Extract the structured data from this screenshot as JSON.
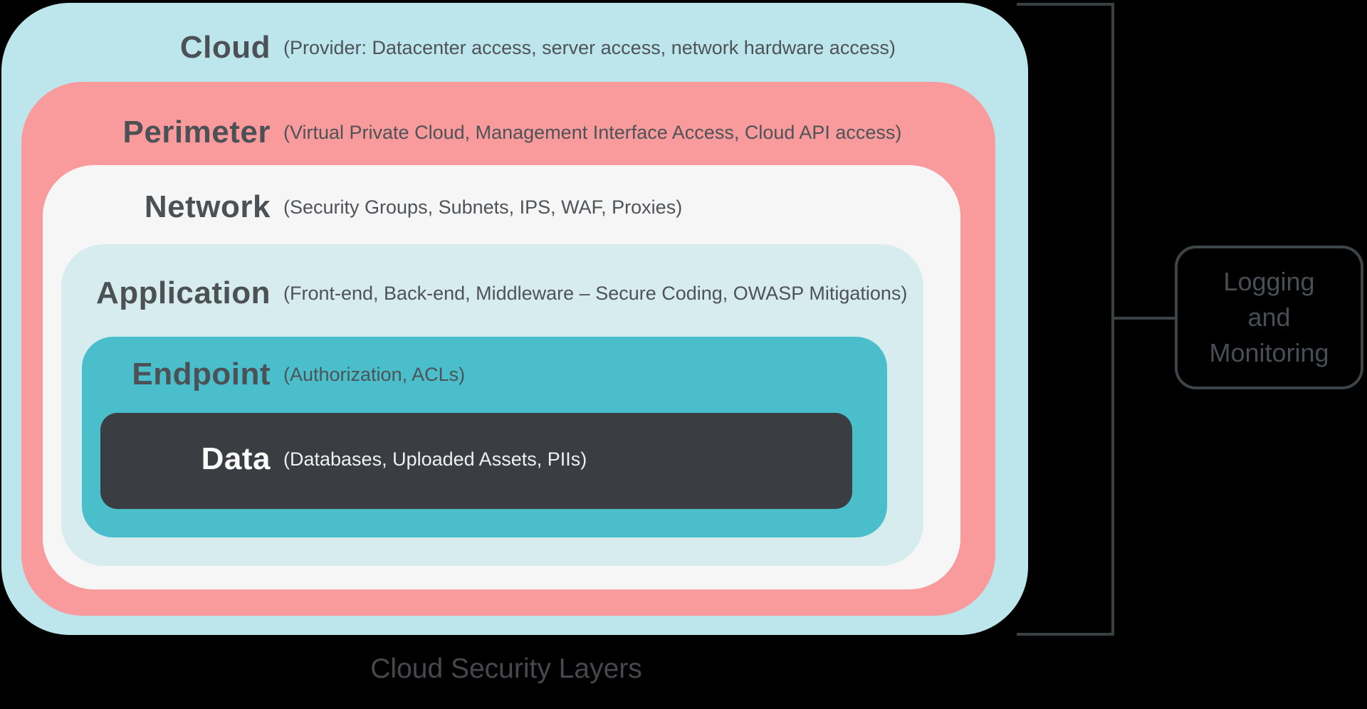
{
  "diagram": {
    "caption": "Cloud Security Layers",
    "layers": [
      {
        "id": "cloud",
        "title": "Cloud",
        "subtitle": "(Provider: Datacenter access, server access, network hardware access)",
        "color": "#bde6ec"
      },
      {
        "id": "perimeter",
        "title": "Perimeter",
        "subtitle": "(Virtual Private Cloud, Management Interface Access, Cloud API access)",
        "color": "#f99a9c"
      },
      {
        "id": "network",
        "title": "Network",
        "subtitle": "(Security Groups, Subnets, IPS, WAF, Proxies)",
        "color": "#f6f6f7"
      },
      {
        "id": "application",
        "title": "Application",
        "subtitle": "(Front-end, Back-end, Middleware – Secure Coding, OWASP Mitigations)",
        "color": "#d7ecee"
      },
      {
        "id": "endpoint",
        "title": "Endpoint",
        "subtitle": "(Authorization, ACLs)",
        "color": "#4bbecb"
      },
      {
        "id": "data",
        "title": "Data",
        "subtitle": "(Databases, Uploaded Assets, PIIs)",
        "color": "#3a3e43"
      }
    ],
    "annotation": {
      "label": "Logging\nand\nMonitoring"
    },
    "colors": {
      "background": "#000000",
      "bracket": "#3a4145",
      "title_text": "#4b5155",
      "subtitle_text": "#4d5357",
      "caption_text": "#45494d",
      "annotation_text": "#484f54",
      "annotation_border": "#3e4549"
    }
  }
}
